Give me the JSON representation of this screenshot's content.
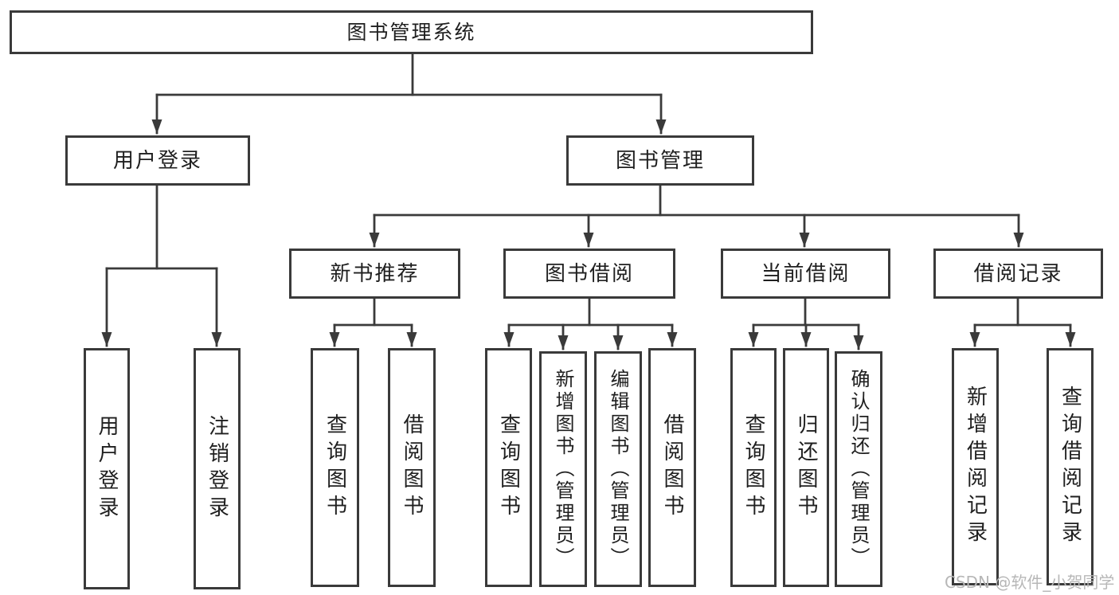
{
  "diagram": {
    "root": {
      "label": "图书管理系统"
    },
    "level2": [
      {
        "label": "用户登录"
      },
      {
        "label": "图书管理"
      }
    ],
    "level3": [
      {
        "label": "新书推荐"
      },
      {
        "label": "图书借阅"
      },
      {
        "label": "当前借阅"
      },
      {
        "label": "借阅记录"
      }
    ],
    "leaves": [
      {
        "label": "用户登录"
      },
      {
        "label": "注销登录"
      },
      {
        "label": "查询图书"
      },
      {
        "label": "借阅图书"
      },
      {
        "label": "查询图书"
      },
      {
        "label": "新增图书（管理员）"
      },
      {
        "label": "编辑图书（管理员）"
      },
      {
        "label": "借阅图书"
      },
      {
        "label": "查询图书"
      },
      {
        "label": "归还图书"
      },
      {
        "label": "确认归还（管理员）"
      },
      {
        "label": "新增借阅记录"
      },
      {
        "label": "查询借阅记录"
      }
    ]
  },
  "watermark": "CSDN @软件_小贺同学",
  "colors": {
    "line": "#3a3a3a",
    "box_border": "#3a3a3a",
    "text": "#1f1f1f",
    "watermark": "#b7b7b7",
    "background": "#ffffff"
  }
}
